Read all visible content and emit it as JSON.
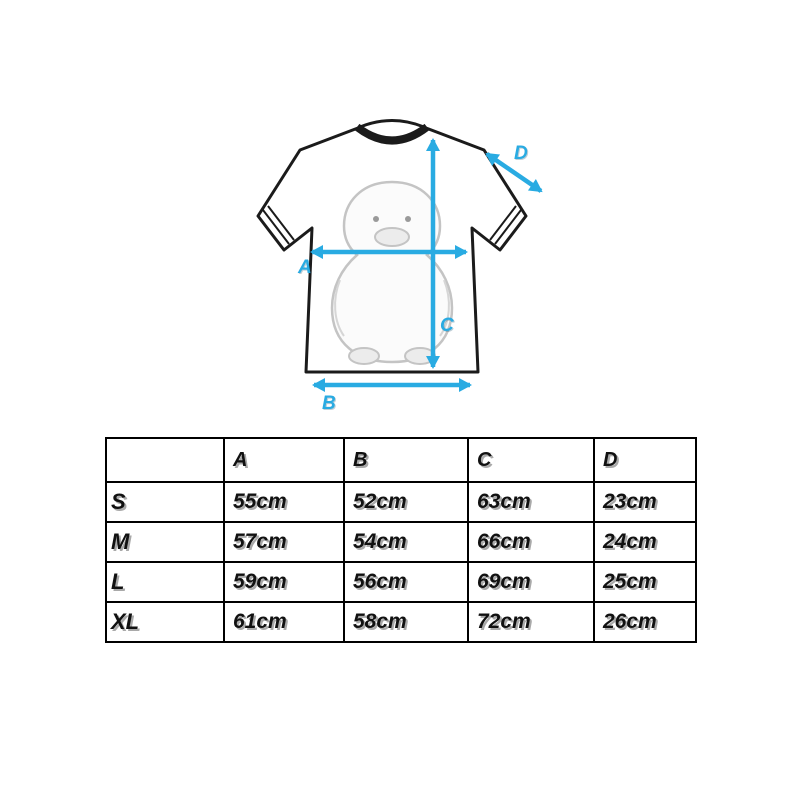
{
  "colors": {
    "accent": "#29ABE2",
    "table_border": "#000000"
  },
  "diagram": {
    "description": "t-shirt with penguin print and measurement arrows",
    "labels": {
      "A": "A",
      "B": "B",
      "C": "C",
      "D": "D"
    },
    "dimensions_meaning": {
      "A": "chest width",
      "B": "hem width",
      "C": "body length",
      "D": "sleeve length"
    }
  },
  "size_table": {
    "headers": [
      "",
      "A",
      "B",
      "C",
      "D"
    ],
    "rows": [
      {
        "size": "S",
        "A": "55cm",
        "B": "52cm",
        "C": "63cm",
        "D": "23cm"
      },
      {
        "size": "M",
        "A": "57cm",
        "B": "54cm",
        "C": "66cm",
        "D": "24cm"
      },
      {
        "size": "L",
        "A": "59cm",
        "B": "56cm",
        "C": "69cm",
        "D": "25cm"
      },
      {
        "size": "XL",
        "A": "61cm",
        "B": "58cm",
        "C": "72cm",
        "D": "26cm"
      }
    ]
  }
}
